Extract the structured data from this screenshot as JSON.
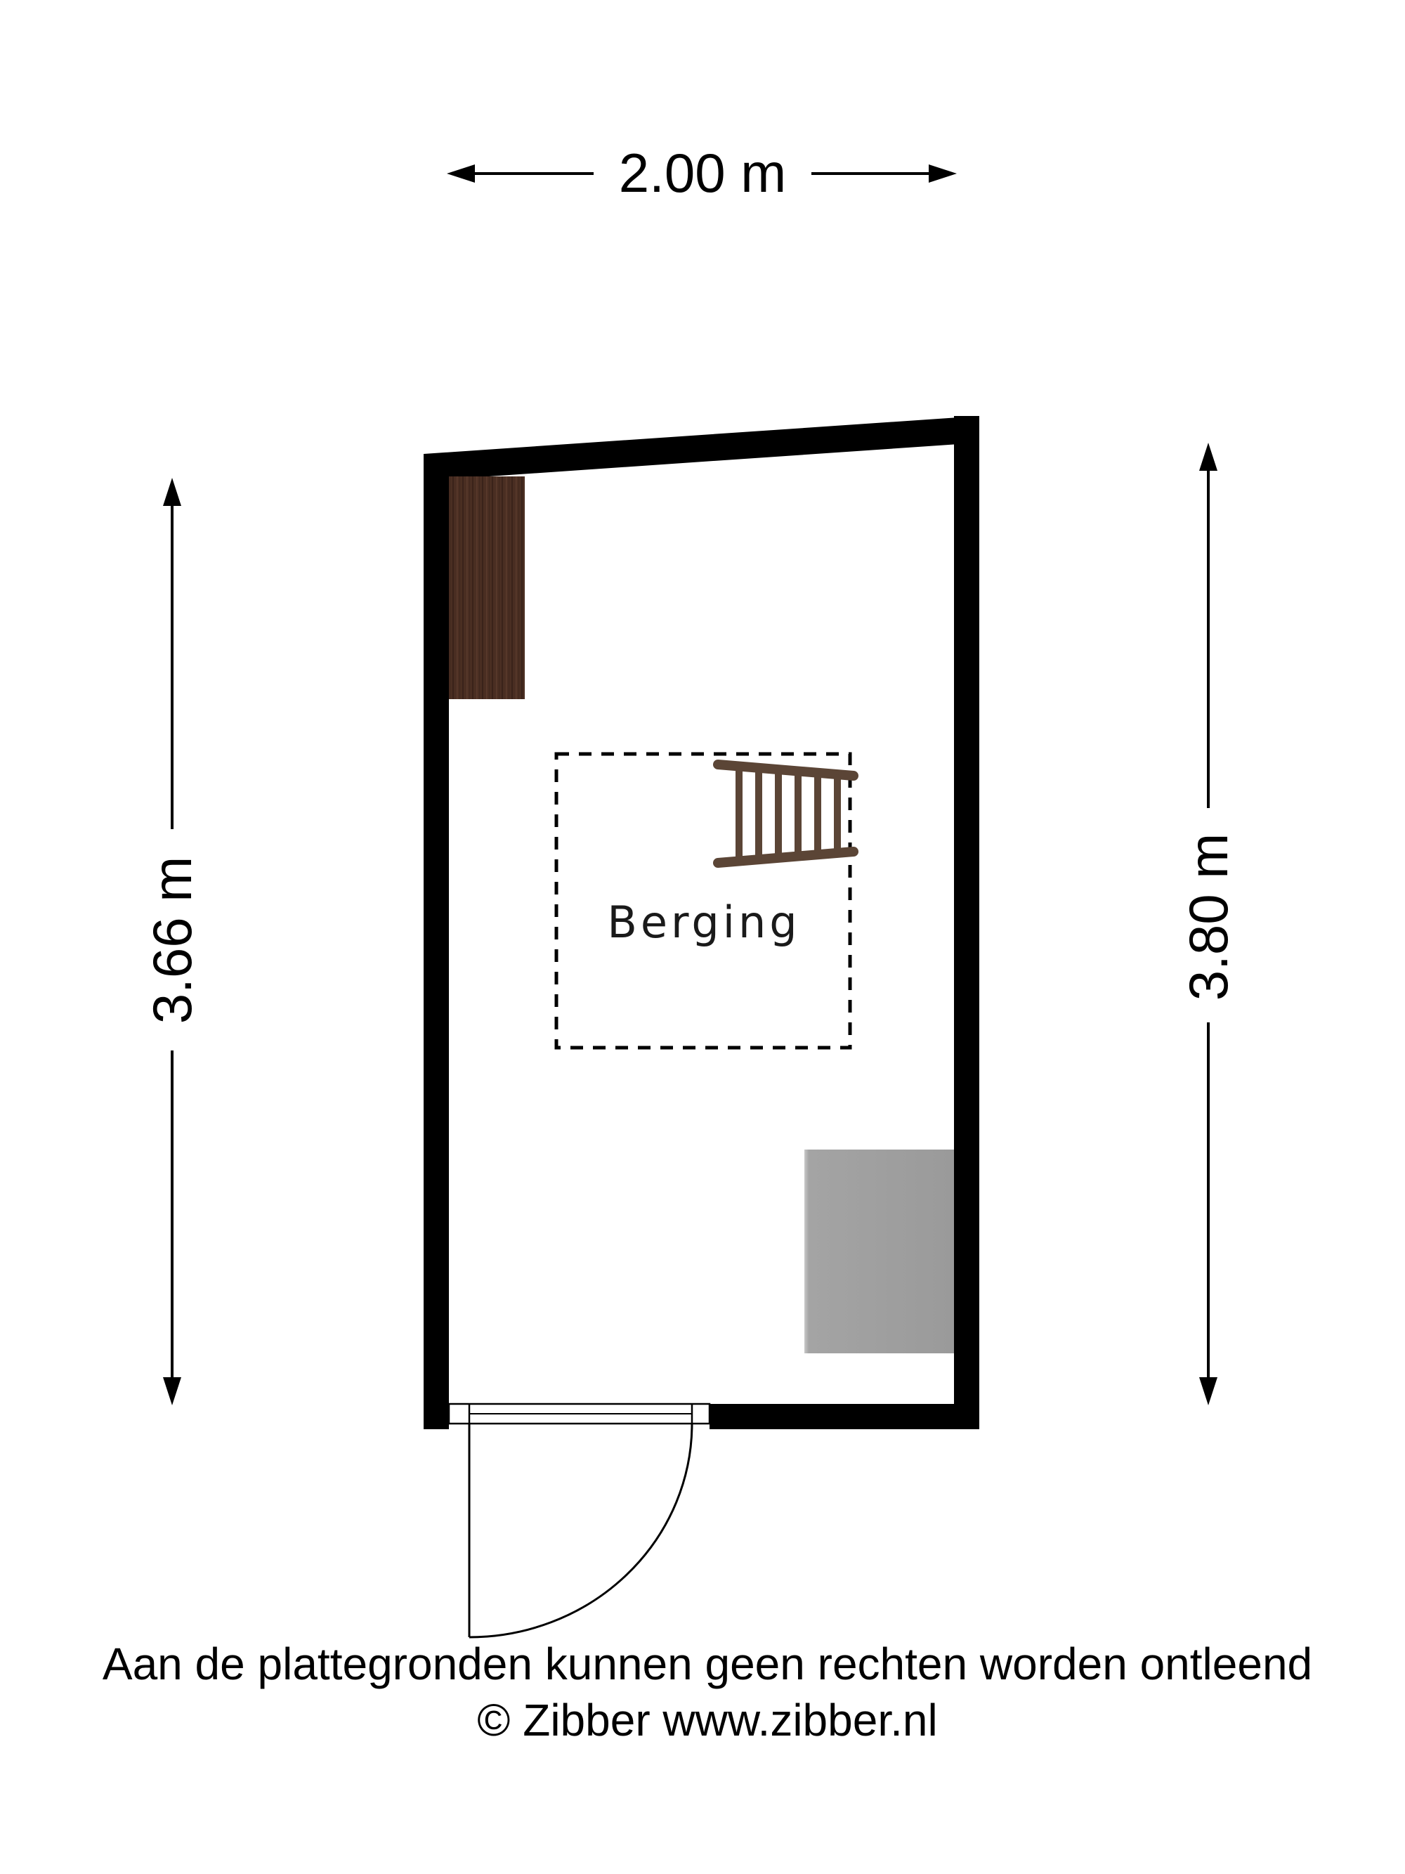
{
  "dimensions": {
    "width_label": "2.00 m",
    "left_height_label": "3.66 m",
    "right_height_label": "3.80 m"
  },
  "room": {
    "name": "Berging"
  },
  "footer": {
    "disclaimer": "Aan de plattegronden kunnen geen rechten worden ontleend",
    "copyright": "© Zibber www.zibber.nl"
  },
  "colors": {
    "wall": "#000000",
    "wood_cabinet": "#4a2e22",
    "ladder": "#5b4536",
    "grey_unit": "#9e9e9e",
    "background": "#ffffff"
  },
  "icons": [
    "double-arrow-icon",
    "ladder-icon",
    "door-swing-icon"
  ]
}
